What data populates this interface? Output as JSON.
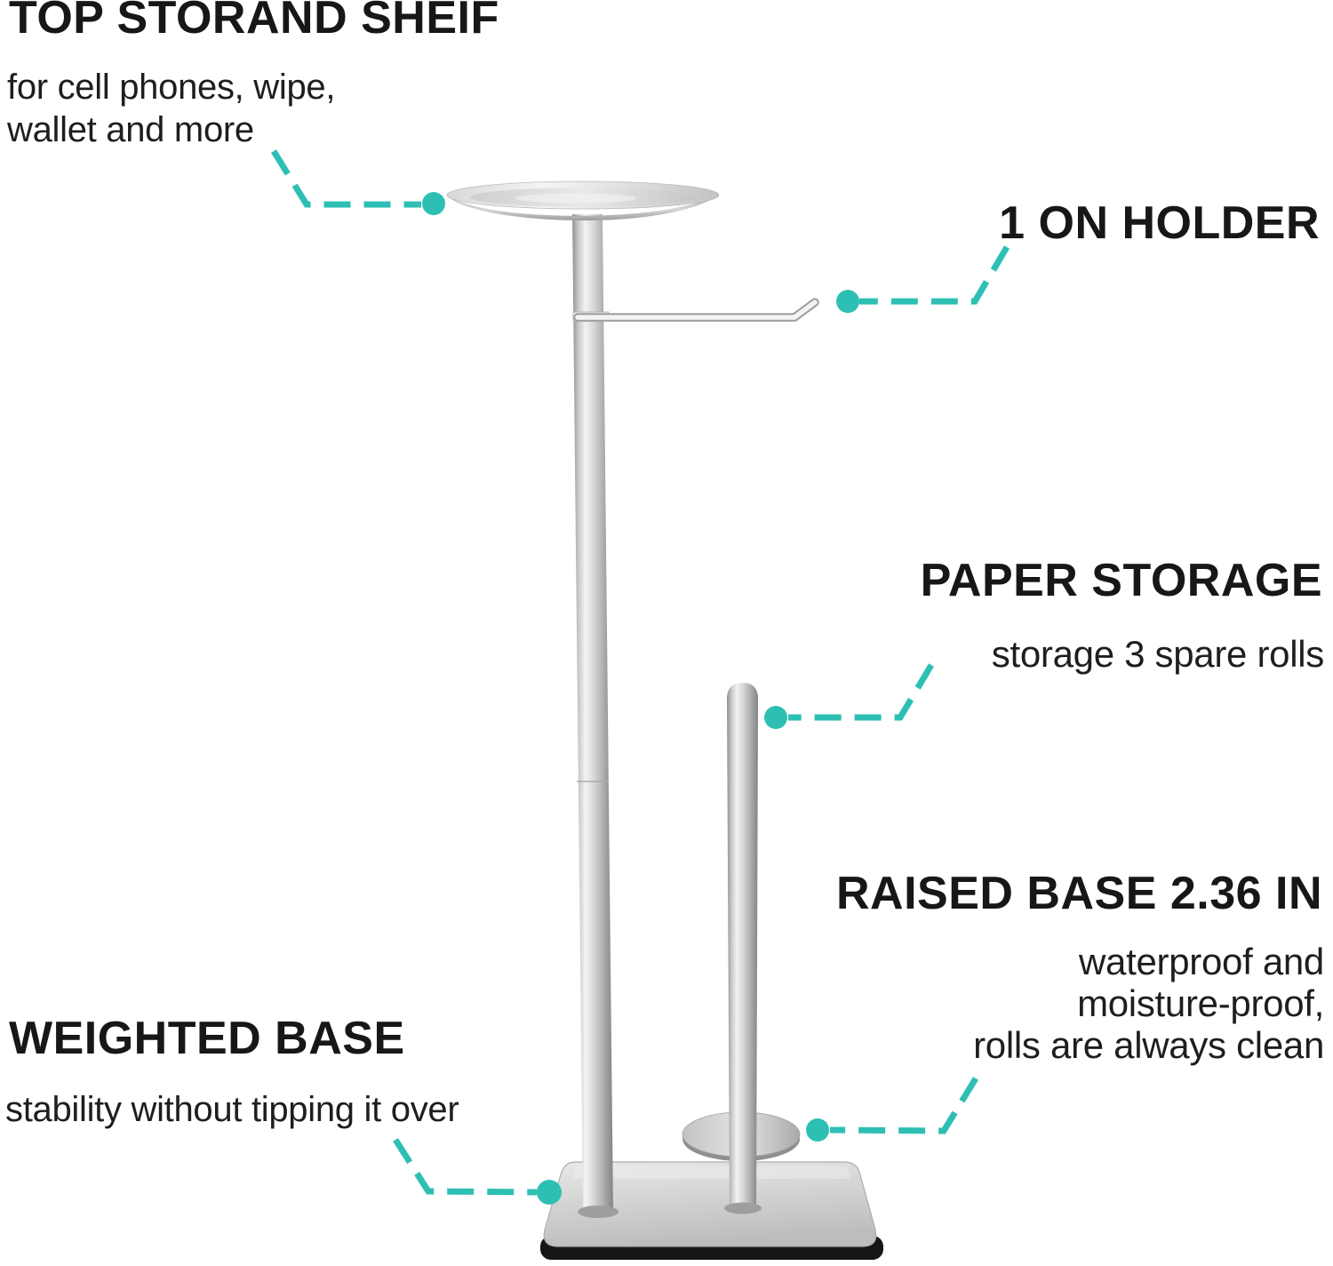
{
  "colors": {
    "accent": "#2ebfb4",
    "text": "#1b1b1b",
    "steel_light": "#f2f2f2",
    "steel_dark": "#8a8a8a",
    "base_rim": "#161616"
  },
  "callouts": [
    {
      "id": "top-shelf",
      "title": "TOP STORAND SHEIF",
      "lines": [
        "for cell phones, wipe,",
        "wallet and more"
      ]
    },
    {
      "id": "roll-holder",
      "title": "1 ON HOLDER",
      "lines": []
    },
    {
      "id": "paper-storage",
      "title": "PAPER STORAGE",
      "lines": [
        "storage 3 spare rolls"
      ]
    },
    {
      "id": "raised-base",
      "title": "RAISED BASE 2.36 IN",
      "lines": [
        "waterproof and",
        "moisture-proof,",
        "rolls are always clean"
      ]
    },
    {
      "id": "weighted-base",
      "title": "WEIGHTED BASE",
      "lines": [
        "stability without tipping it over"
      ]
    }
  ]
}
